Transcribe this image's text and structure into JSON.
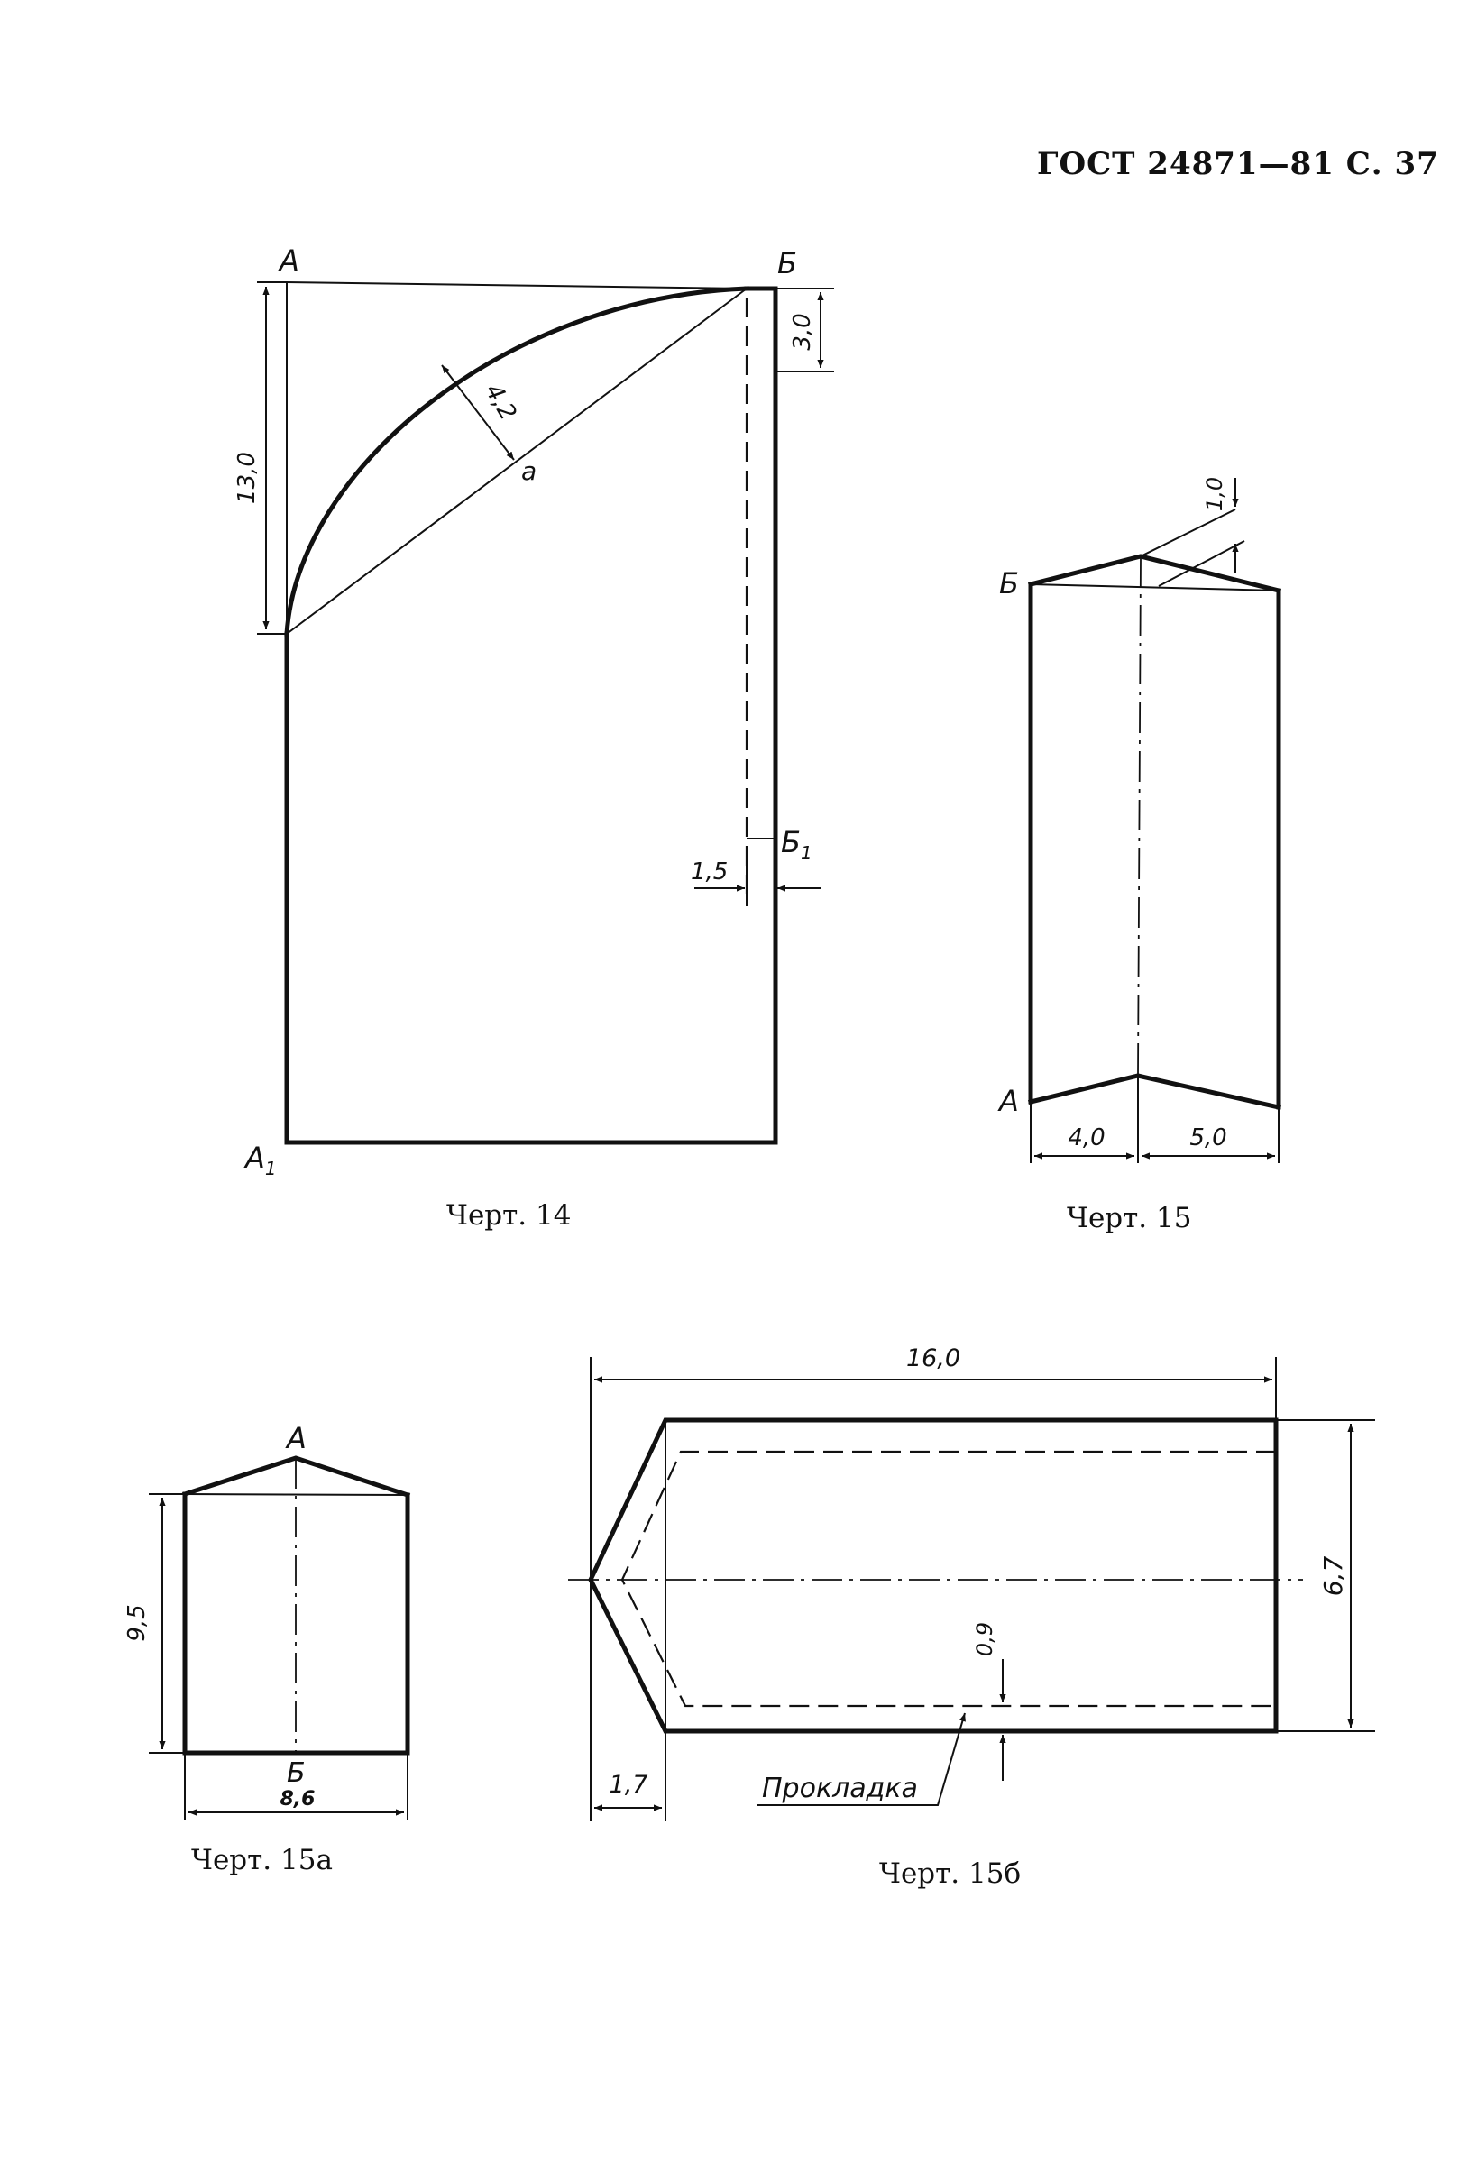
{
  "header": {
    "text": "ГОСТ 24871—81 С. 37"
  },
  "drawings": [
    {
      "id": "fig14",
      "caption": "Черт. 14",
      "labels": {
        "a": "А",
        "b": "Б",
        "a1": "А",
        "a1_sub": "1",
        "b1": "Б",
        "b1_sub": "1",
        "arc_point": "а"
      },
      "dimensions": {
        "height_left": "13,0",
        "top_right": "3,0",
        "arc_depth": "4,2",
        "offset": "1,5"
      }
    },
    {
      "id": "fig15",
      "caption": "Черт. 15",
      "labels": {
        "b": "Б",
        "a": "А"
      },
      "dimensions": {
        "apex": "1,0",
        "left_width": "4,0",
        "right_width": "5,0"
      }
    },
    {
      "id": "fig15a",
      "caption": "Черт. 15а",
      "labels": {
        "a": "А",
        "b": "Б"
      },
      "dimensions": {
        "height": "9,5",
        "width": "8,6"
      }
    },
    {
      "id": "fig15b",
      "caption": "Черт. 15б",
      "labels": {
        "callout": "Прокладка"
      },
      "dimensions": {
        "length": "16,0",
        "height": "6,7",
        "gap": "0,9",
        "tip": "1,7"
      }
    }
  ]
}
